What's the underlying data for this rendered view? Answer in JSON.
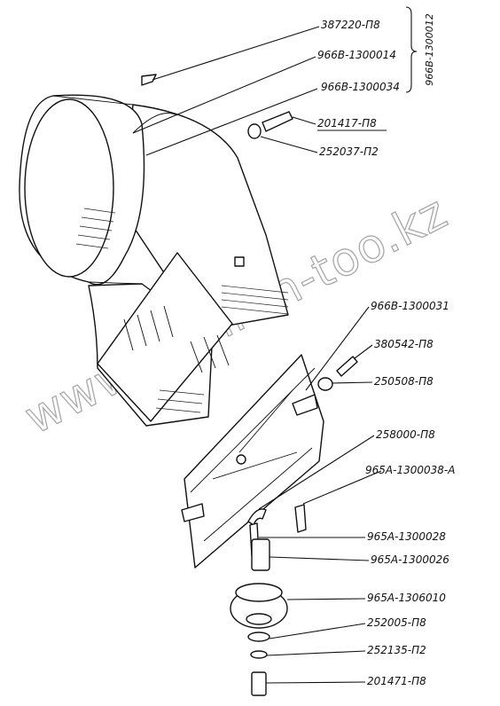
{
  "labels": [
    {
      "text": "387220-П8"
    },
    {
      "text": "966В-1300014"
    },
    {
      "text": "966В-1300034"
    },
    {
      "text": "201417-П8"
    },
    {
      "text": "252037-П2"
    },
    {
      "text": "966В-1300031"
    },
    {
      "text": "380542-П8"
    },
    {
      "text": "250508-П8"
    },
    {
      "text": "258000-П8"
    },
    {
      "text": "965А-1300038-А"
    },
    {
      "text": "965А-1300028"
    },
    {
      "text": "965А-1300026"
    },
    {
      "text": "965А-1306010"
    },
    {
      "text": "252005-П8"
    },
    {
      "text": "252135-П2"
    },
    {
      "text": "201471-П8"
    }
  ],
  "group_label": "966В-1300012",
  "watermark": "www.sinnron-too.kz"
}
